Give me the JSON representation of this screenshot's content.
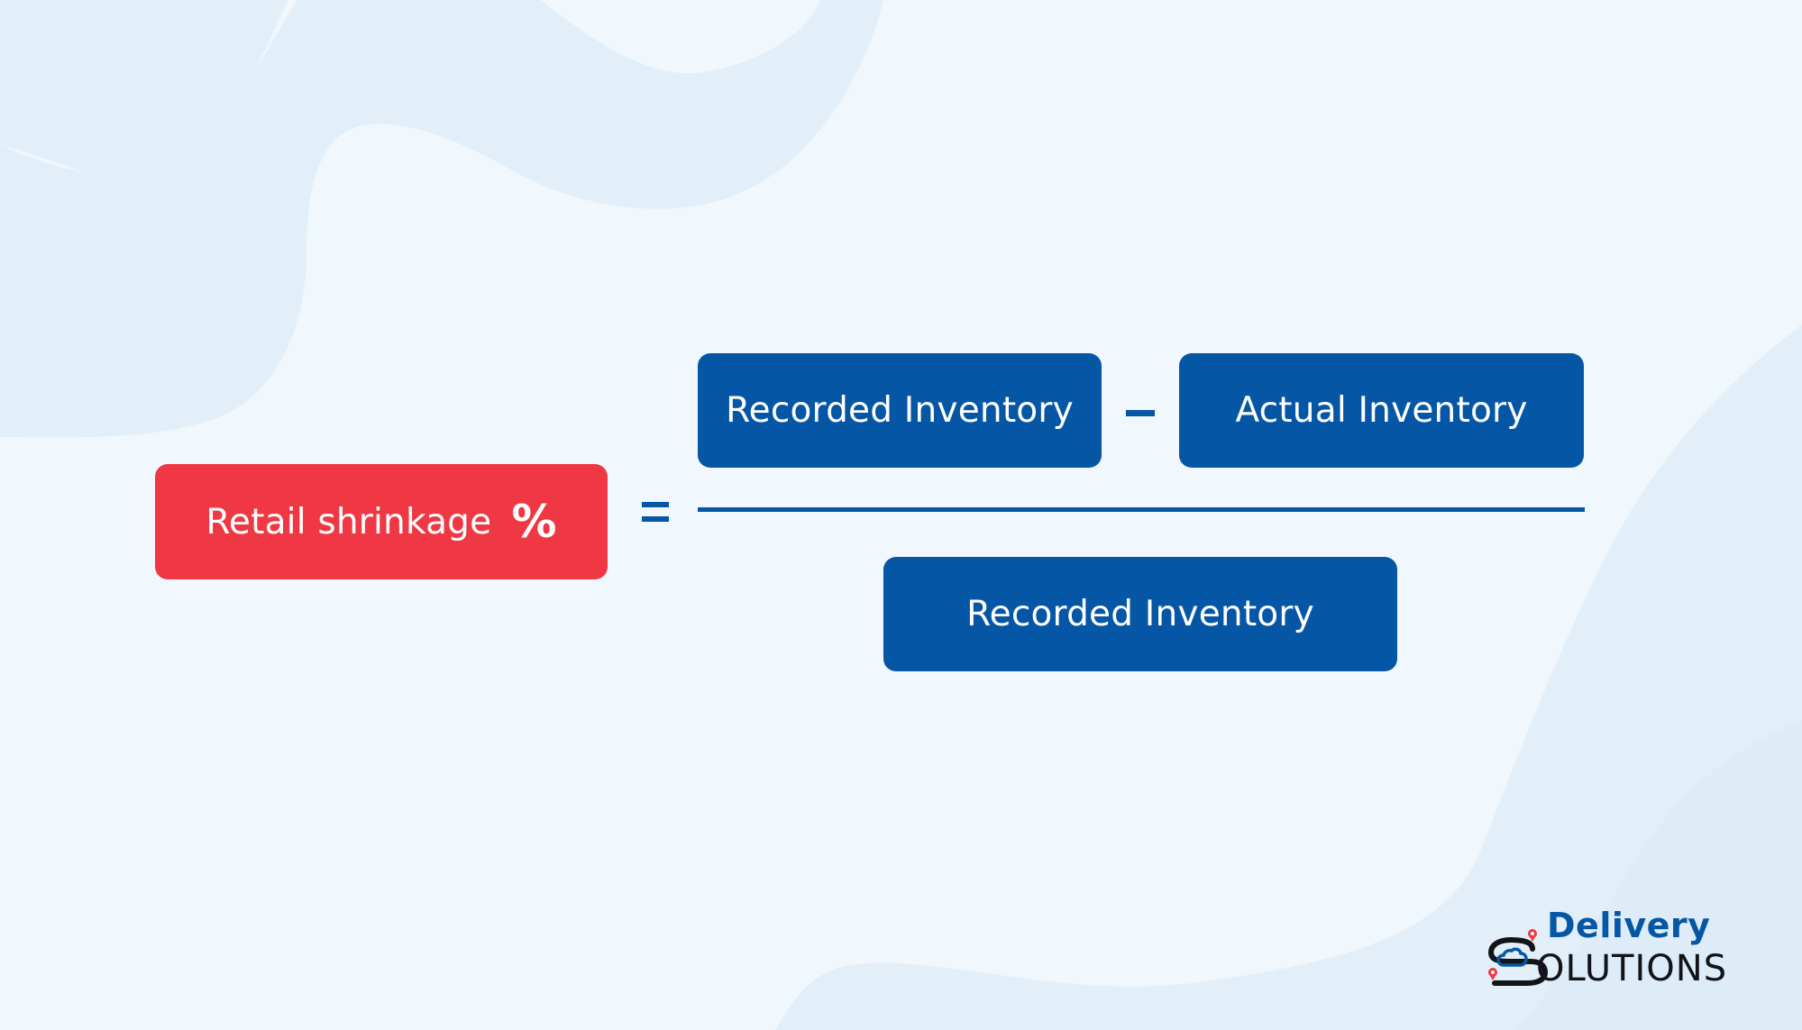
{
  "formula": {
    "lhs": {
      "label": "Retail shrinkage",
      "symbol": "%"
    },
    "equals": "=",
    "numerator": {
      "left": "Recorded Inventory",
      "operator": "–",
      "right": "Actual Inventory"
    },
    "denominator": "Recorded Inventory"
  },
  "logo": {
    "line1": "Delivery",
    "line2": "OLUTIONS"
  },
  "colors": {
    "red": "#ef3843",
    "blue": "#0656a6",
    "background": "#f0f7fd",
    "blob": "#e1eff8"
  }
}
